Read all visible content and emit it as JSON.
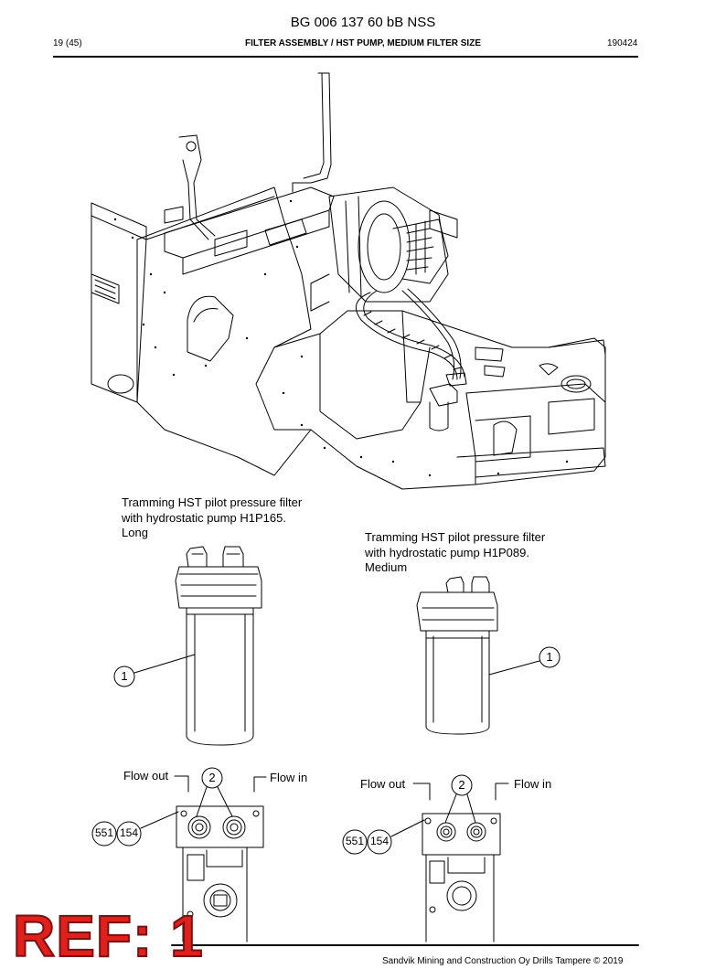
{
  "header": {
    "doc_title": "BG 006 137 60 bB NSS",
    "page": "19 (45)",
    "section": "FILTER ASSEMBLY / HST PUMP, MEDIUM FILTER SIZE",
    "code": "190424"
  },
  "captions": {
    "long": [
      "Tramming HST pilot pressure filter",
      "with hydrostatic pump H1P165.",
      "Long"
    ],
    "medium": [
      "Tramming HST pilot pressure filter",
      "with hydrostatic pump H1P089.",
      "Medium"
    ]
  },
  "callouts": {
    "item1": "1",
    "item2": "2",
    "item551": "551",
    "item154": "154",
    "flow_out": "Flow out",
    "flow_in": "Flow in"
  },
  "stamp": "REF: 1",
  "footer": "Sandvik Mining and Construction Oy Drills Tampere © 2019"
}
